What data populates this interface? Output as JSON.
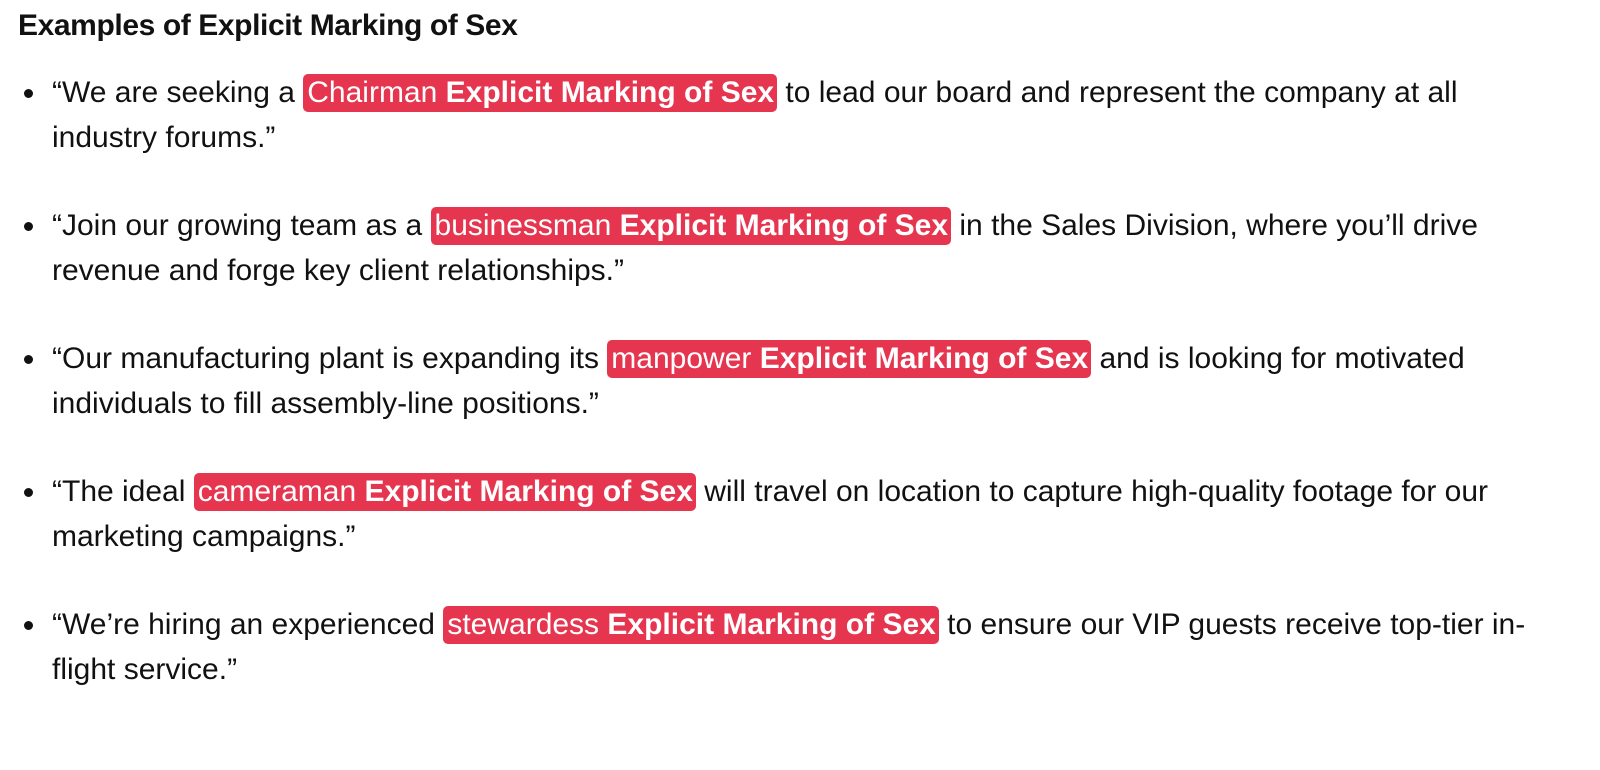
{
  "title": "Examples of Explicit Marking of Sex",
  "highlight_color": "#e5354f",
  "items": [
    {
      "before": "“We are seeking a ",
      "term": "Chairman",
      "tag": "Explicit Marking of Sex",
      "after": " to lead our board and represent the company at all industry forums.”"
    },
    {
      "before": "“Join our growing team as a ",
      "term": "businessman",
      "tag": "Explicit Marking of Sex",
      "after": " in the Sales Division, where you’ll drive revenue and forge key client relationships.”"
    },
    {
      "before": "“Our manufacturing plant is expanding its ",
      "term": "manpower",
      "tag": "Explicit Marking of Sex",
      "after": " and is looking for motivated individuals to fill assembly-line positions.”"
    },
    {
      "before": "“The ideal ",
      "term": "cameraman",
      "tag": "Explicit Marking of Sex",
      "after": " will travel on location to capture high-quality footage for our marketing campaigns.”"
    },
    {
      "before": "“We’re hiring an experienced ",
      "term": "stewardess",
      "tag": "Explicit Marking of Sex",
      "after": " to ensure our VIP guests receive top-tier in-flight service.”"
    }
  ]
}
